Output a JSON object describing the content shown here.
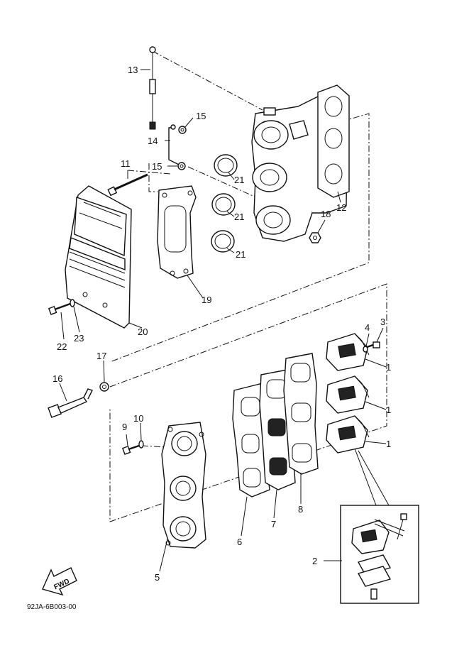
{
  "callouts": {
    "c1a": "1",
    "c1b": "1",
    "c1c": "1",
    "c2": "2",
    "c3": "3",
    "c4": "4",
    "c5": "5",
    "c6": "6",
    "c7": "7",
    "c8": "8",
    "c9": "9",
    "c10": "10",
    "c11": "11",
    "c12": "12",
    "c13": "13",
    "c14": "14",
    "c15a": "15",
    "c15b": "15",
    "c16": "16",
    "c17": "17",
    "c18": "18",
    "c19": "19",
    "c20": "20",
    "c21a": "21",
    "c21b": "21",
    "c21c": "21",
    "c22": "22",
    "c23": "23"
  },
  "fwd_arrow": {
    "label": "FWD"
  },
  "diagram_code": "92JA-6B003-00"
}
